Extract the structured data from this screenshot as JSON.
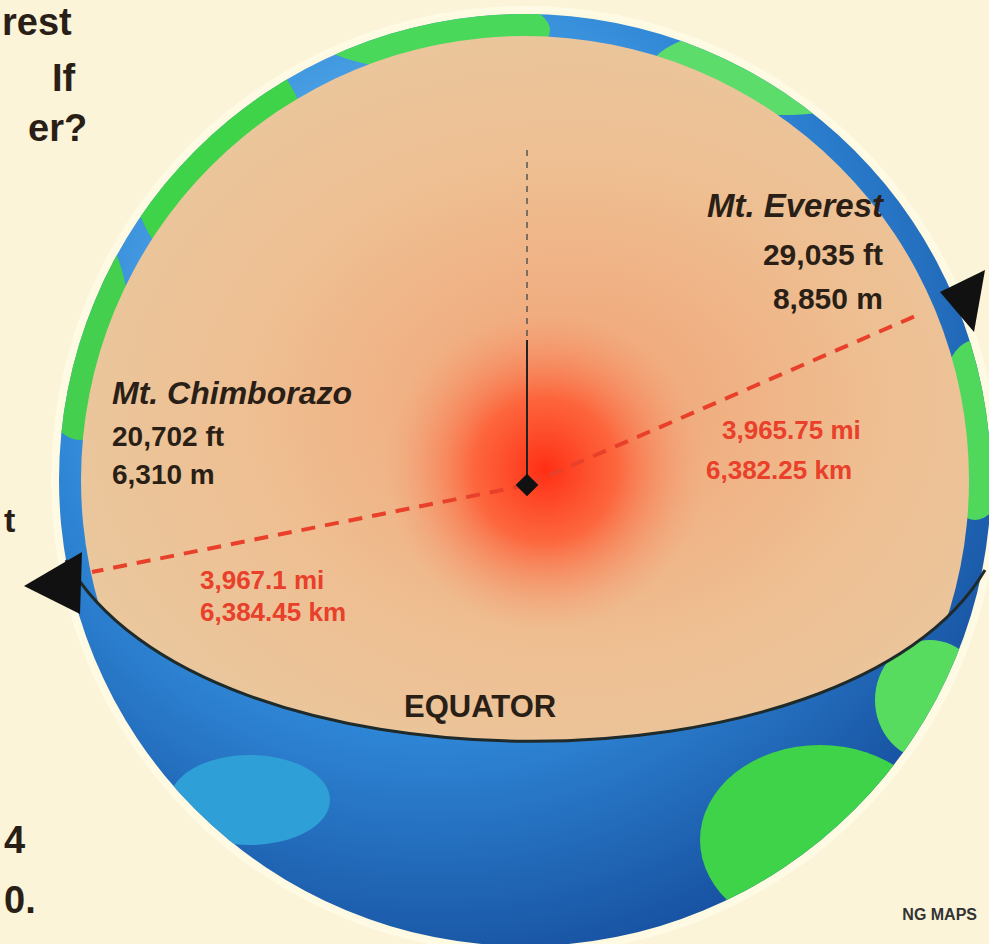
{
  "diagram": {
    "labels": [
      "rest",
      "If",
      "er?",
      "Mt. Everest",
      "29,035 ft",
      "8,850 m",
      "Mt. Chimborazo",
      "20,702 ft",
      "6,310 m",
      "3,965.75 mi",
      "6,382.25 km",
      "t",
      "3,967.1 mi",
      "6,384.45 km",
      "EQUATOR",
      "4",
      "0.",
      "NG MAPS"
    ]
  }
}
